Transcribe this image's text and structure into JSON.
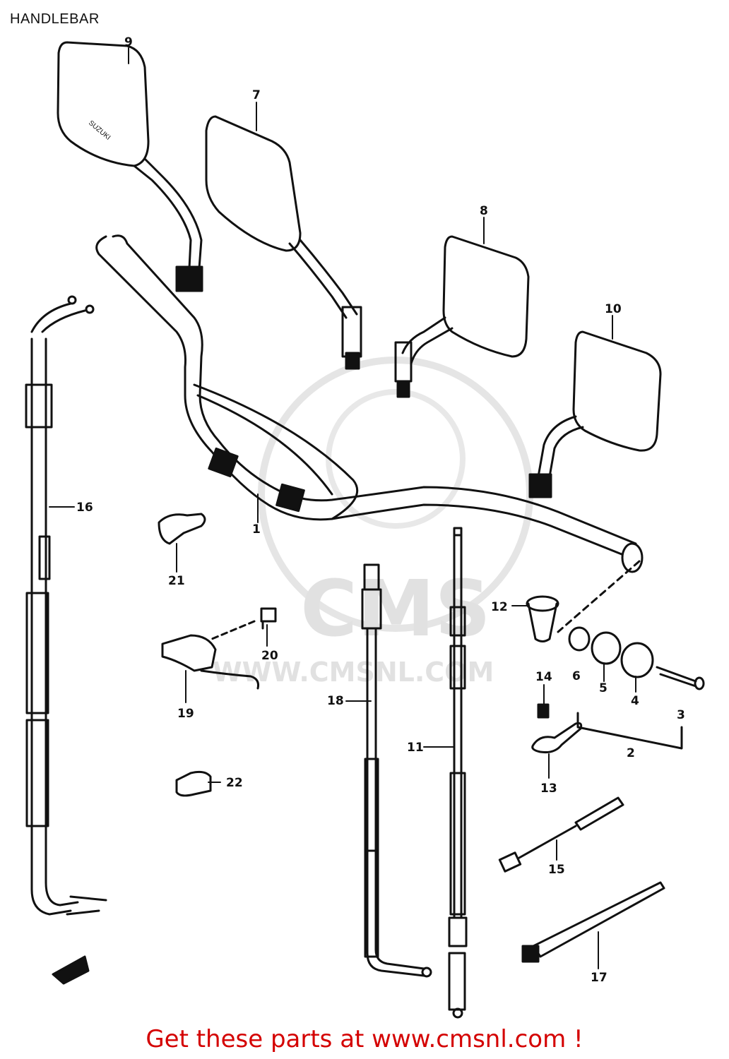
{
  "title": "HANDLEBAR",
  "watermark": {
    "brand": "CMS",
    "url": "WWW.CMSNL.COM"
  },
  "mirror_brand": "SUZUKI",
  "callouts": [
    {
      "id": "1",
      "text": "1"
    },
    {
      "id": "2",
      "text": "2"
    },
    {
      "id": "3",
      "text": "3"
    },
    {
      "id": "4",
      "text": "4"
    },
    {
      "id": "5",
      "text": "5"
    },
    {
      "id": "6",
      "text": "6"
    },
    {
      "id": "7",
      "text": "7"
    },
    {
      "id": "8",
      "text": "8"
    },
    {
      "id": "9",
      "text": "9"
    },
    {
      "id": "10",
      "text": "10"
    },
    {
      "id": "11",
      "text": "11"
    },
    {
      "id": "12",
      "text": "12"
    },
    {
      "id": "13",
      "text": "13"
    },
    {
      "id": "14",
      "text": "14"
    },
    {
      "id": "15",
      "text": "15"
    },
    {
      "id": "16",
      "text": "16"
    },
    {
      "id": "17",
      "text": "17"
    },
    {
      "id": "18",
      "text": "18"
    },
    {
      "id": "19",
      "text": "19"
    },
    {
      "id": "20",
      "text": "20"
    },
    {
      "id": "21",
      "text": "21"
    },
    {
      "id": "22",
      "text": "22"
    }
  ],
  "footer": "Get these parts at www.cmsnl.com !"
}
